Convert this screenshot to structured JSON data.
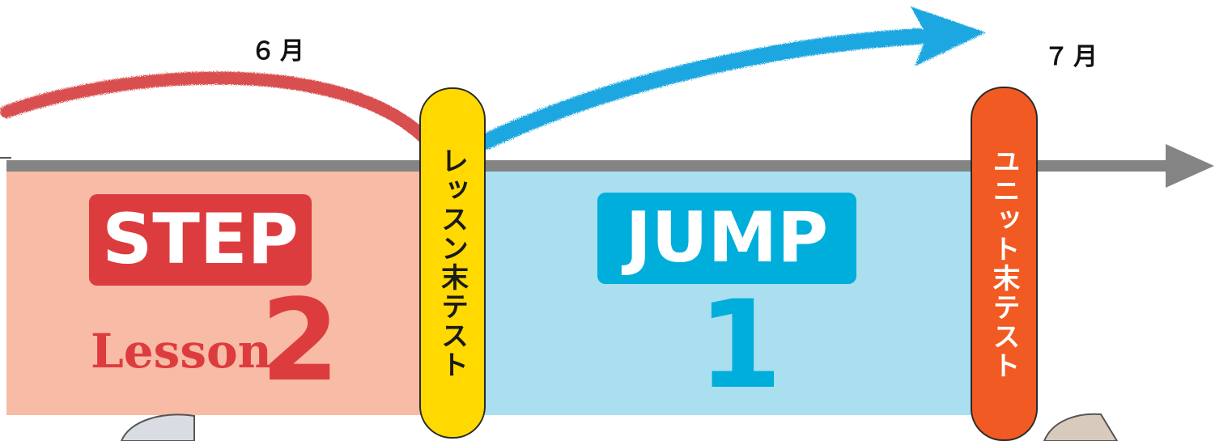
{
  "months": {
    "june": "６月",
    "july": "７月"
  },
  "step": {
    "badge": "STEP",
    "lesson_label": "Lesson",
    "lesson_number": "2"
  },
  "jump": {
    "badge": "JUMP",
    "number": "1"
  },
  "tests": {
    "lesson_test": "レッスン末テスト",
    "unit_test": "ユニット末テスト"
  },
  "colors": {
    "step_panel": "#f8bba5",
    "step_accent": "#dd3c3f",
    "jump_panel": "#aadff0",
    "jump_accent": "#00aedb",
    "lesson_test_pill": "#ffd900",
    "unit_test_pill": "#f15a22",
    "timeline": "#848484",
    "red_arrow": "#d94f4f",
    "blue_arrow": "#1aa7e0"
  }
}
